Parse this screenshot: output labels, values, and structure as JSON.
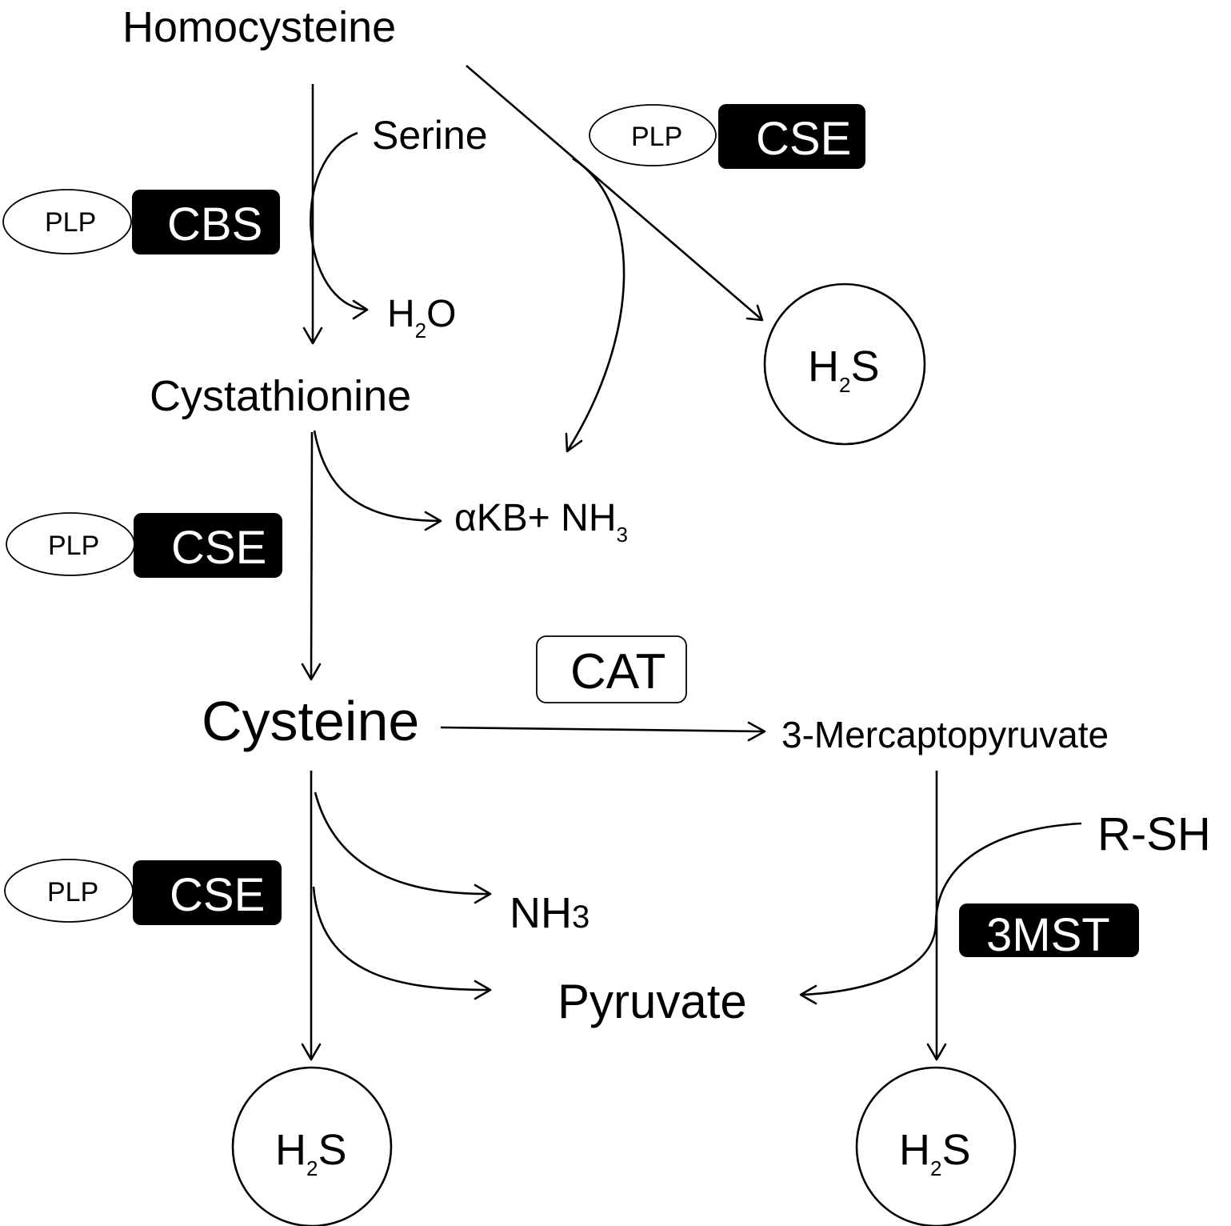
{
  "metabolites": {
    "homocysteine": "Homocysteine",
    "serine": "Serine",
    "h2o_main": "H",
    "h2o_sub": "2",
    "h2o_tail": "O",
    "cystathionine": "Cystathionine",
    "akb_main": "αKB+ NH",
    "akb_sub": "3",
    "cysteine": "Cysteine",
    "mercaptopyruvate": "3-Mercaptopyruvate",
    "rsh": "R-SH",
    "nh3_main": "NH",
    "nh3_sub": "3",
    "pyruvate": "Pyruvate"
  },
  "h2s_nodes": [
    {
      "main": "H",
      "sub": "2",
      "tail": "S"
    },
    {
      "main": "H",
      "sub": "2",
      "tail": "S"
    },
    {
      "main": "H",
      "sub": "2",
      "tail": "S"
    }
  ],
  "enzymes": {
    "cofactor": "PLP",
    "cbs": "CBS",
    "cse_top": "CSE",
    "cse_mid": "CSE",
    "cse_bottom": "CSE",
    "cat": "CAT",
    "mst": "3MST"
  },
  "colors": {
    "enzyme_fill": "#000000",
    "stroke": "#000000",
    "background": "#ffffff"
  }
}
